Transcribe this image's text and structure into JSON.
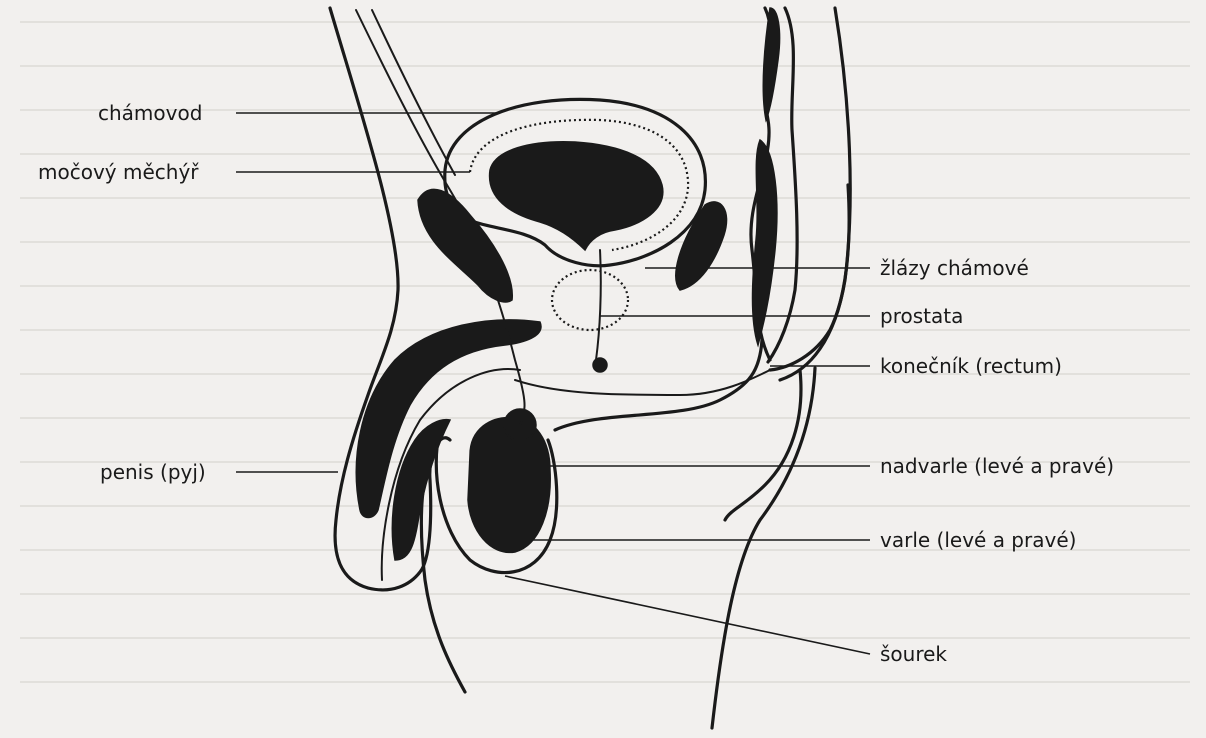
{
  "labels": {
    "chamovod": "chámovod",
    "mocovy_mechyr": "močový měchýř",
    "zlazy_chamove": "žlázy chámové",
    "prostata": "prostata",
    "konecnik": "konečník (rectum)",
    "penis": "penis (pyj)",
    "nadvarle": "nadvarle (levé a pravé)",
    "varle": "varle (levé a pravé)",
    "sourek": "šourek"
  }
}
